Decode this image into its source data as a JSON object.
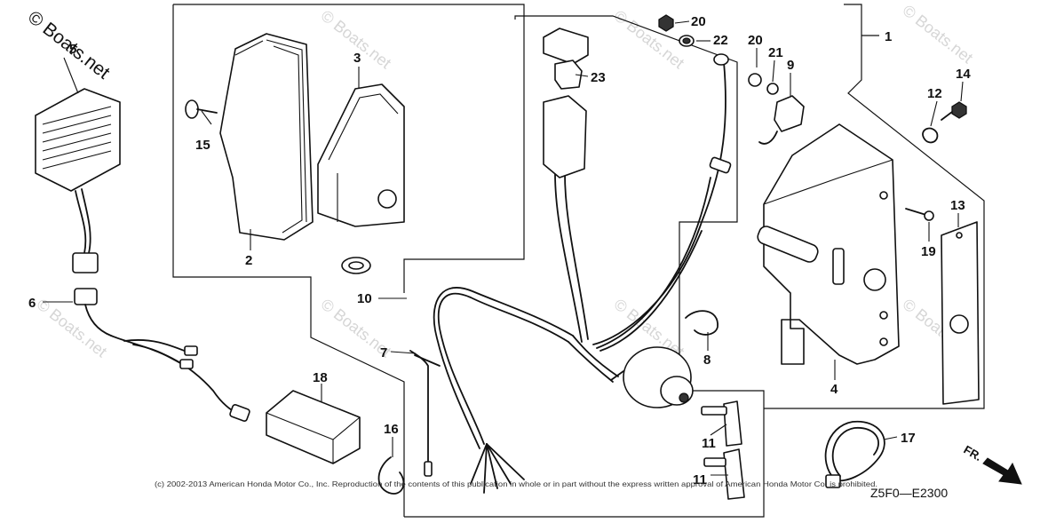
{
  "watermark": {
    "text": "© Boats.net"
  },
  "callouts": {
    "c1": "1",
    "c2": "2",
    "c3": "3",
    "c4": "4",
    "c5": "5",
    "c6": "6",
    "c7": "7",
    "c8": "8",
    "c9": "9",
    "c10": "10",
    "c11a": "11",
    "c11b": "11",
    "c12": "12",
    "c13": "13",
    "c14": "14",
    "c15": "15",
    "c16": "16",
    "c17": "17",
    "c18": "18",
    "c19": "19",
    "c20a": "20",
    "c20b": "20",
    "c21": "21",
    "c22": "22",
    "c23": "23"
  },
  "footer": {
    "copyright": "(c) 2002-2013 American Honda Motor Co., Inc. Reproduction of the contents of this publication in whole or in part without the express written approval of American Honda Motor Co. is prohibited.",
    "diagram_code": "Z5F0—E2300"
  },
  "direction": {
    "label": "FR."
  }
}
